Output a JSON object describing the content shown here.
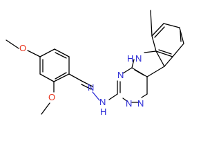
{
  "molecule": {
    "atoms": {
      "O_top": "O",
      "O_bottom": "O",
      "N_imine": "N",
      "N_hydrazine": "N",
      "H_hydrazine": "H",
      "N_triazine_left": "N",
      "N_triazine_bottom_left": "N",
      "N_triazine_bottom_right": "N",
      "NH_indole": "N",
      "H_indole": "H"
    }
  }
}
